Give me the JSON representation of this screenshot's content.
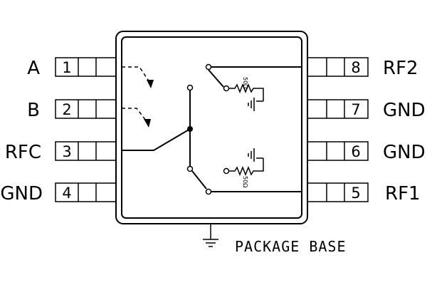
{
  "pins_left": [
    {
      "name": "A",
      "number": "1"
    },
    {
      "name": "B",
      "number": "2"
    },
    {
      "name": "RFC",
      "number": "3"
    },
    {
      "name": "GND",
      "number": "4"
    }
  ],
  "pins_right": [
    {
      "name": "RF2",
      "number": "8"
    },
    {
      "name": "GND",
      "number": "7"
    },
    {
      "name": "GND",
      "number": "6"
    },
    {
      "name": "RF1",
      "number": "5"
    }
  ],
  "termination_resistor_top": "50Ω",
  "termination_resistor_bottom": "50Ω",
  "package_base_label": "PACKAGE BASE"
}
